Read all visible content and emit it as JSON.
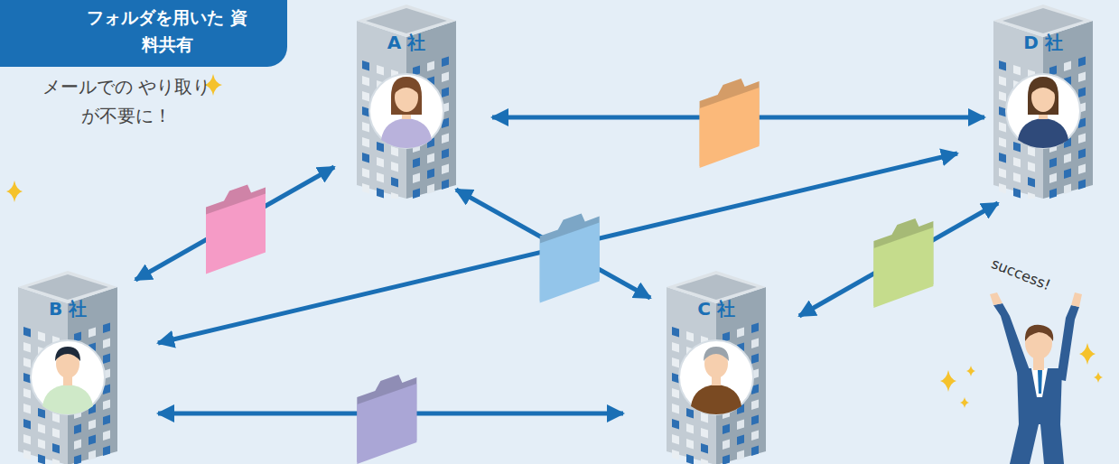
{
  "diagram": {
    "title": "フォルダを用いた 資料共有",
    "nodes": [
      {
        "text": [
          "A 社"
        ]
      },
      {
        "text": [
          "D 社"
        ]
      },
      {
        "text": [
          "B 社"
        ]
      },
      {
        "text": [
          "C 社"
        ]
      }
    ],
    "edges": [
      {
        "from": 0,
        "to": 1,
        "arrow": "both"
      },
      {
        "from": 0,
        "to": 2,
        "arrow": "both"
      },
      {
        "from": 2,
        "to": 1,
        "arrow": "both"
      },
      {
        "from": 0,
        "to": 3,
        "arrow": "both"
      },
      {
        "from": 3,
        "to": 1,
        "arrow": "both"
      },
      {
        "from": 2,
        "to": 3,
        "arrow": "both"
      }
    ],
    "labels": [
      "メールでの やり取りが不要に！",
      "success!"
    ]
  }
}
